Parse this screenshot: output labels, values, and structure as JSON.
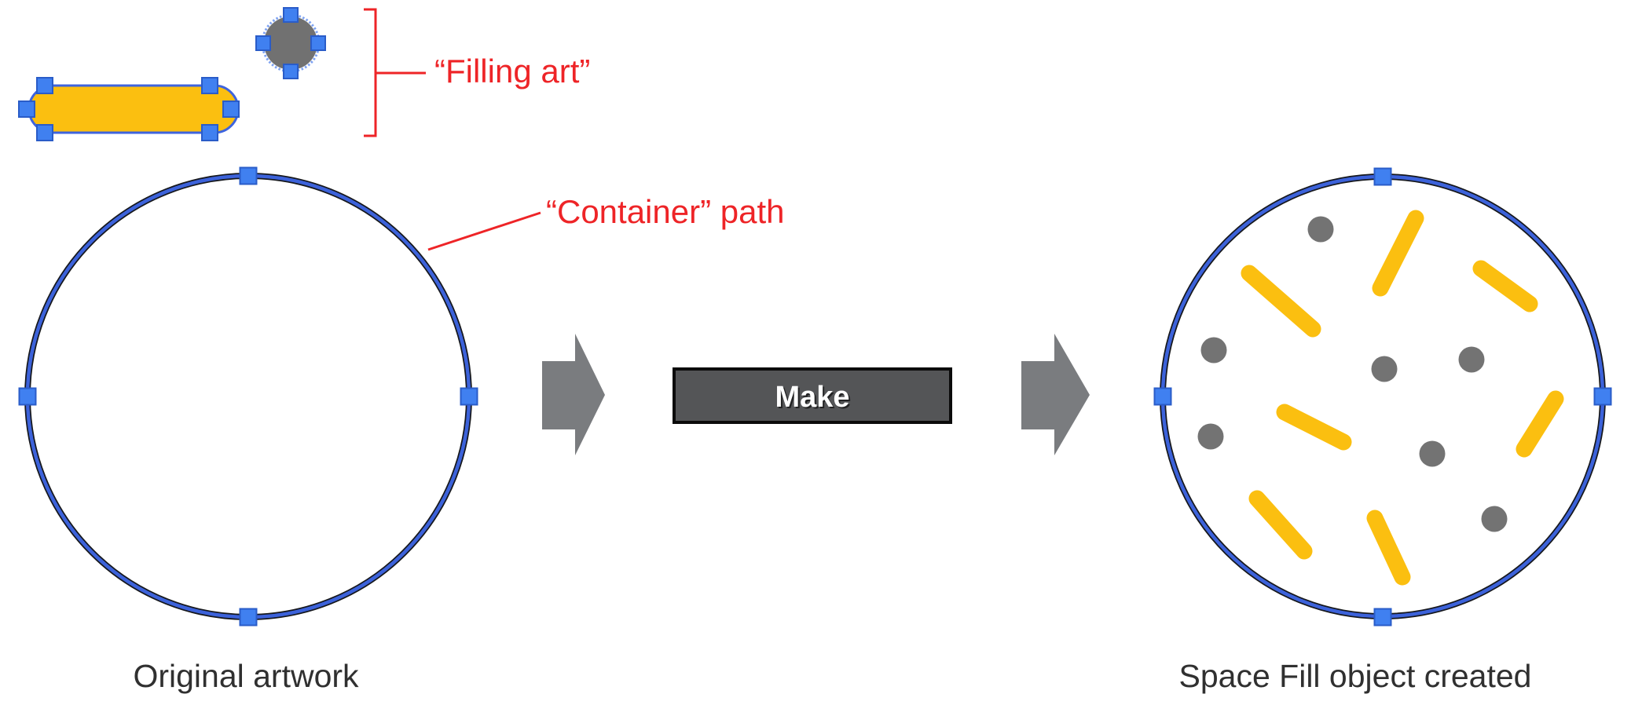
{
  "annotations": {
    "filling_art_label": "“Filling art”",
    "container_label": "“Container” path"
  },
  "button": {
    "make_label": "Make"
  },
  "captions": {
    "left": "Original artwork",
    "right": "Space Fill object created"
  },
  "colors": {
    "yellow": "#FBBF10",
    "filling_gray": "#717171",
    "dot_gray": "#737373",
    "arrow_gray": "#7A7C7F",
    "red": "#EE2427",
    "blue_stroke": "#3C62DA",
    "path_outline": "#16181D",
    "anchor_blue": "#4080F0",
    "anchor_border": "#2A5CC8",
    "selection_ring": "#7FA3F2",
    "pill_stroke": "#3E64DE",
    "button_fill": "#545557",
    "button_border": "#0B0B0B",
    "button_text": "#FFFFFF",
    "button_text_shadow": "#1A1A1A",
    "label_text": "#303030"
  }
}
